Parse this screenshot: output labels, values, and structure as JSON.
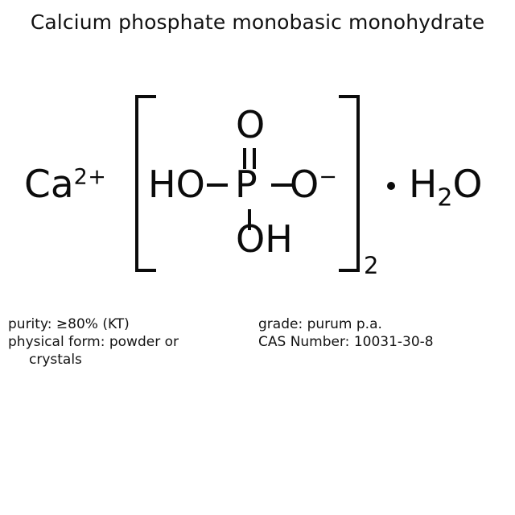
{
  "title": "Calcium phosphate monobasic monohydrate",
  "structure": {
    "cation": {
      "element": "Ca",
      "charge": "2+"
    },
    "anion": {
      "center": "P",
      "top_oxygen": "O",
      "left_group": "HO",
      "right_group": "O",
      "right_charge": "−",
      "bottom_group": "OH",
      "multiplier": "2"
    },
    "hydrate": {
      "separator": "•",
      "formula_h": "H",
      "formula_sub": "2",
      "formula_o": "O"
    }
  },
  "properties": {
    "left": [
      {
        "line": "purity: ≥80% (KT)",
        "indent": false
      },
      {
        "line": "physical form: powder or",
        "indent": false
      },
      {
        "line": "crystals",
        "indent": true
      }
    ],
    "right": [
      {
        "line": "grade: purum p.a.",
        "indent": false
      },
      {
        "line": "CAS Number: 10031-30-8",
        "indent": false
      }
    ]
  },
  "colors": {
    "ink": "#0b0b0b",
    "background": "#ffffff"
  }
}
